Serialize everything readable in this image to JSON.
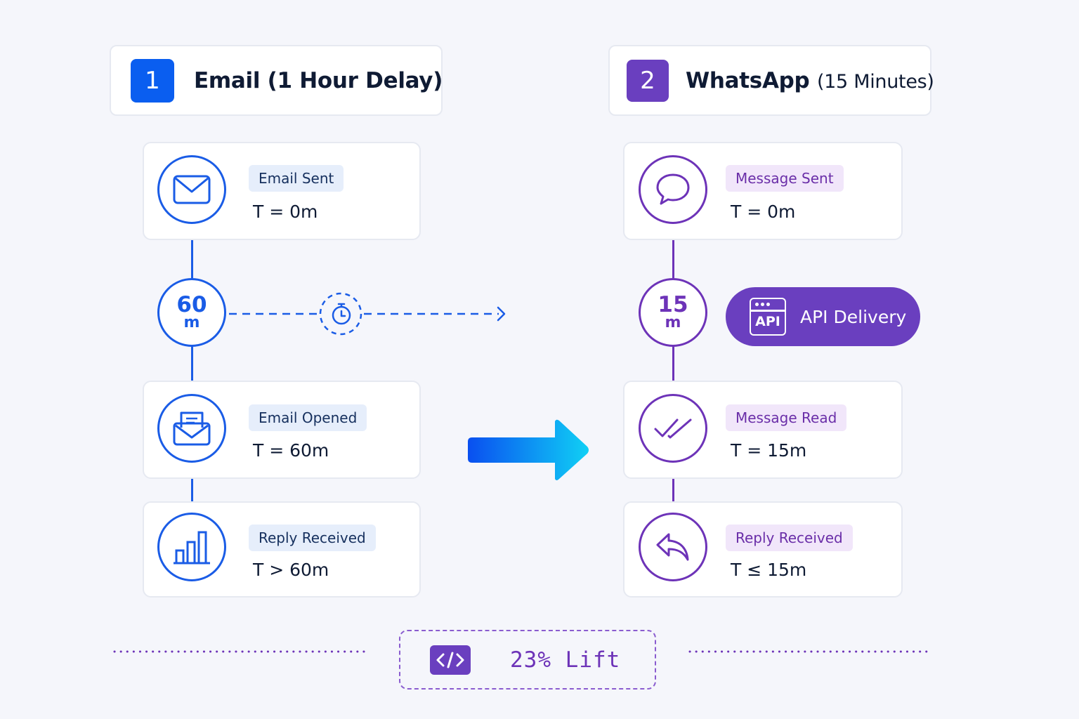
{
  "email": {
    "step_number": "1",
    "title": "Email (1 Hour Delay)",
    "color": "#1a5ce6",
    "events": [
      {
        "icon": "envelope-icon",
        "label": "Email Sent",
        "time": "T = 0m"
      },
      {
        "icon": "open-envelope-icon",
        "label": "Email Opened",
        "time": "T = 60m"
      },
      {
        "icon": "bar-chart-icon",
        "label": "Reply Received",
        "time": "T > 60m"
      }
    ],
    "delay": {
      "value": "60",
      "unit": "m"
    }
  },
  "whatsapp": {
    "step_number": "2",
    "title": "WhatsApp",
    "title_sub": "(15 Minutes)",
    "color": "#6d33b8",
    "events": [
      {
        "icon": "chat-bubble-icon",
        "label": "Message Sent",
        "time": "T = 0m"
      },
      {
        "icon": "double-check-icon",
        "label": "Message Read",
        "time": "T = 15m"
      },
      {
        "icon": "reply-arrow-icon",
        "label": "Reply Received",
        "time": "T ≤ 15m"
      }
    ],
    "delay": {
      "value": "15",
      "unit": "m"
    },
    "api_badge": {
      "icon_text": "API",
      "label": "API Delivery"
    }
  },
  "result": {
    "label": "23% Lift",
    "icon": "code-icon"
  },
  "colors": {
    "arrow_start": "#0a4ff0",
    "arrow_end": "#10d0f5",
    "api": "#6a3fbf"
  }
}
